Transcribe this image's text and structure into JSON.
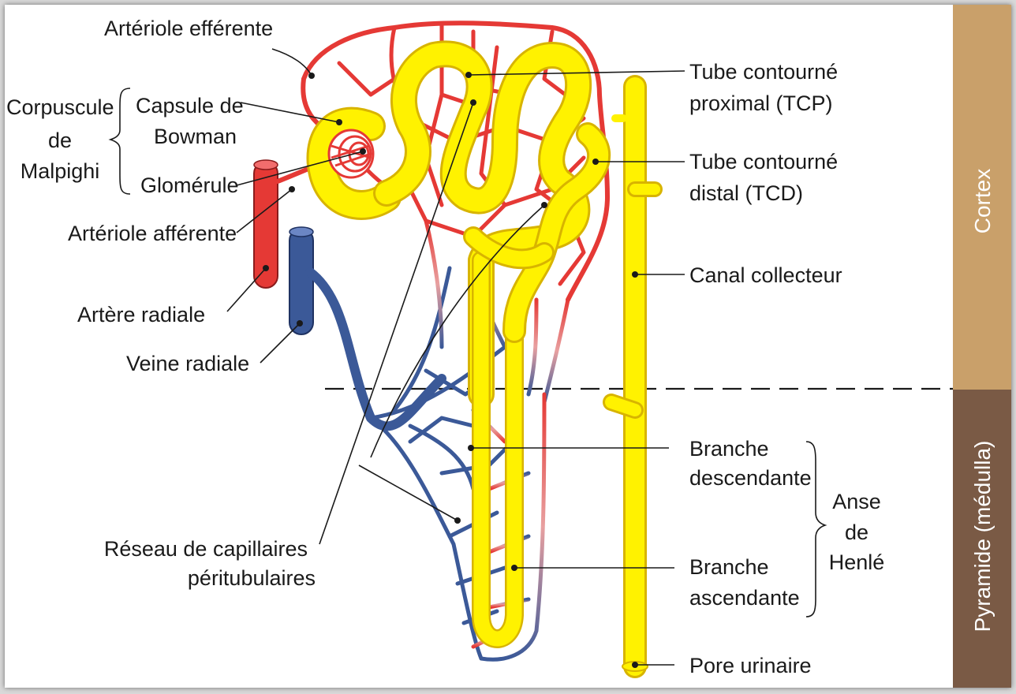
{
  "labels": {
    "arteriole_efferente": "Artériole efférente",
    "corpuscule": "Corpuscule",
    "de1": "de",
    "malpighi": "Malpighi",
    "capsule_de": "Capsule de",
    "bowman": "Bowman",
    "glomerule": "Glomérule",
    "arteriole_afferente": "Artériole afférente",
    "artere_radiale": "Artère radiale",
    "veine_radiale": "Veine radiale",
    "reseau_1": "Réseau de capillaires",
    "reseau_2": "péritubulaires",
    "tcp_1": "Tube contourné",
    "tcp_2": "proximal (TCP)",
    "tcd_1": "Tube contourné",
    "tcd_2": "distal (TCD)",
    "canal_collecteur": "Canal collecteur",
    "branche_desc_1": "Branche",
    "branche_desc_2": "descendante",
    "anse": "Anse",
    "de2": "de",
    "henle": "Henlé",
    "branche_asc_1": "Branche",
    "branche_asc_2": "ascendante",
    "pore_urinaire": "Pore urinaire"
  },
  "zones": {
    "cortex": "Cortex",
    "medulla": "Pyramide (médulla)"
  },
  "colors": {
    "artery": "#e53935",
    "vein": "#3b5998",
    "tubule": "#fff200",
    "cortex_band": "#c9a06a",
    "medulla_band": "#7a5a45"
  }
}
